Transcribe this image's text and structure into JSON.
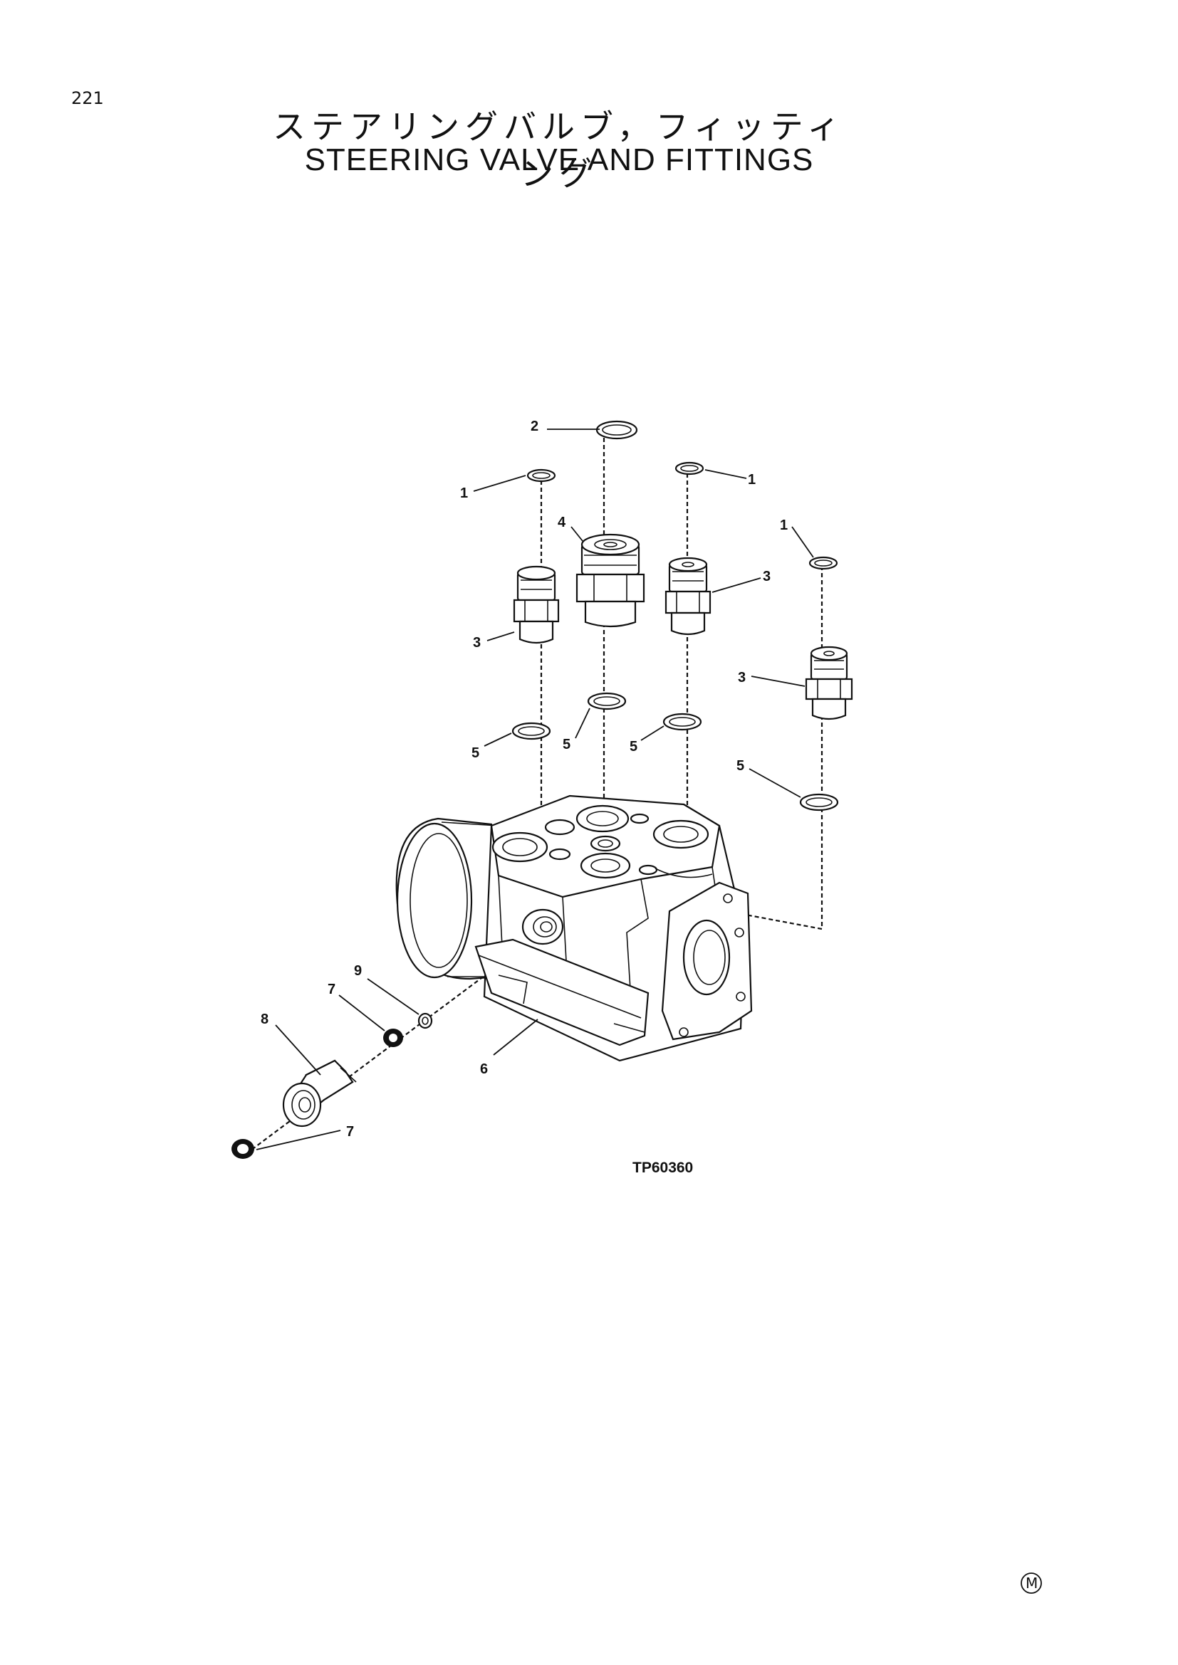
{
  "page": {
    "number": "221",
    "title_jp": "ステアリングバルブ，フィッティング",
    "title_en": "STEERING VALVE AND FITTINGS"
  },
  "figure": {
    "code": "TP60360",
    "callouts": [
      "1",
      "1",
      "1",
      "2",
      "3",
      "3",
      "3",
      "4",
      "5",
      "5",
      "5",
      "5",
      "6",
      "7",
      "7",
      "8",
      "9"
    ],
    "logo_mark": "M"
  }
}
